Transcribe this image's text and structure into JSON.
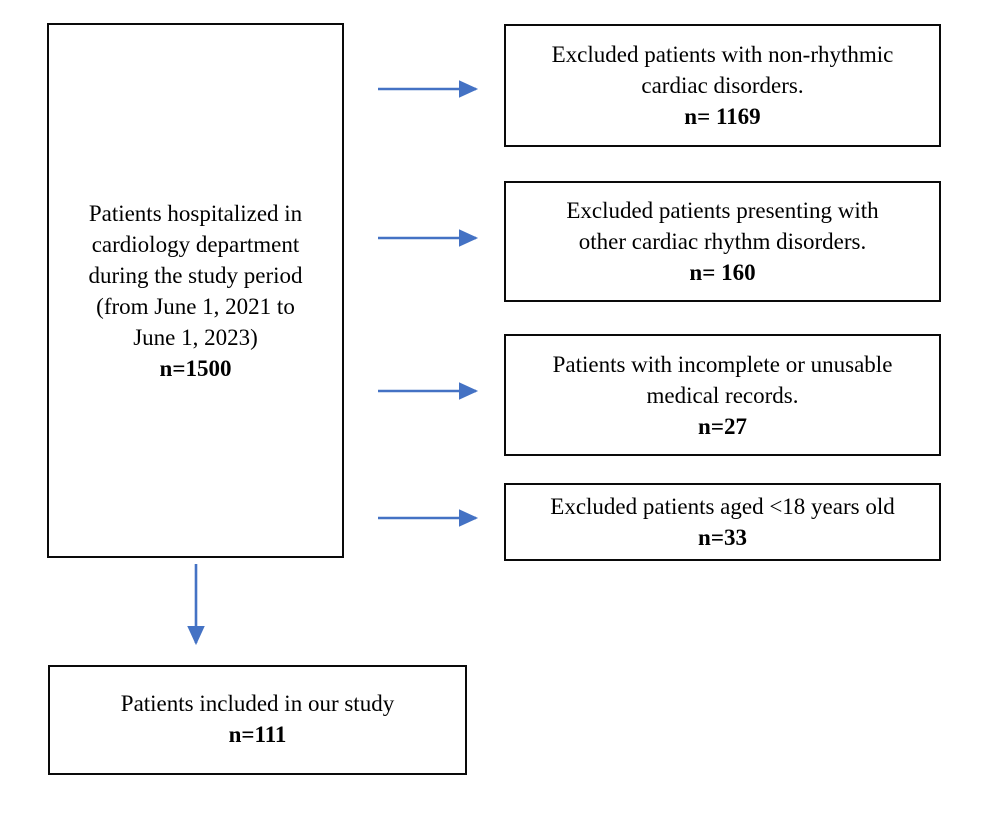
{
  "diagram": {
    "type": "patient-flow-chart",
    "accent_color": "#4472C4",
    "border_color": "#0A0A0A",
    "background": "#FFFFFF",
    "source_box": {
      "lines": [
        "Patients hospitalized in",
        "cardiology department",
        "during the study period",
        "(from June 1, 2021 to",
        "June 1, 2023)"
      ],
      "count_label": "n=1500",
      "n": 1500
    },
    "exclusions": [
      {
        "lines": [
          "Excluded patients with non-rhythmic",
          "cardiac disorders."
        ],
        "count_label": "n= 1169",
        "n": 1169
      },
      {
        "lines": [
          "Excluded patients presenting with",
          "other cardiac rhythm disorders."
        ],
        "count_label": "n= 160",
        "n": 160
      },
      {
        "lines": [
          "Patients with incomplete or unusable",
          "medical records."
        ],
        "count_label": "n=27",
        "n": 27
      },
      {
        "lines": [
          "Excluded patients aged <18 years old"
        ],
        "count_label": "n=33",
        "n": 33
      }
    ],
    "result_box": {
      "lines": [
        "Patients included in our study"
      ],
      "count_label": "n=111",
      "n": 111
    },
    "arrows": [
      {
        "name": "arrow-to-exclusion-1",
        "direction": "right"
      },
      {
        "name": "arrow-to-exclusion-2",
        "direction": "right"
      },
      {
        "name": "arrow-to-exclusion-3",
        "direction": "right"
      },
      {
        "name": "arrow-to-exclusion-4",
        "direction": "right"
      },
      {
        "name": "arrow-to-result",
        "direction": "down"
      }
    ]
  }
}
